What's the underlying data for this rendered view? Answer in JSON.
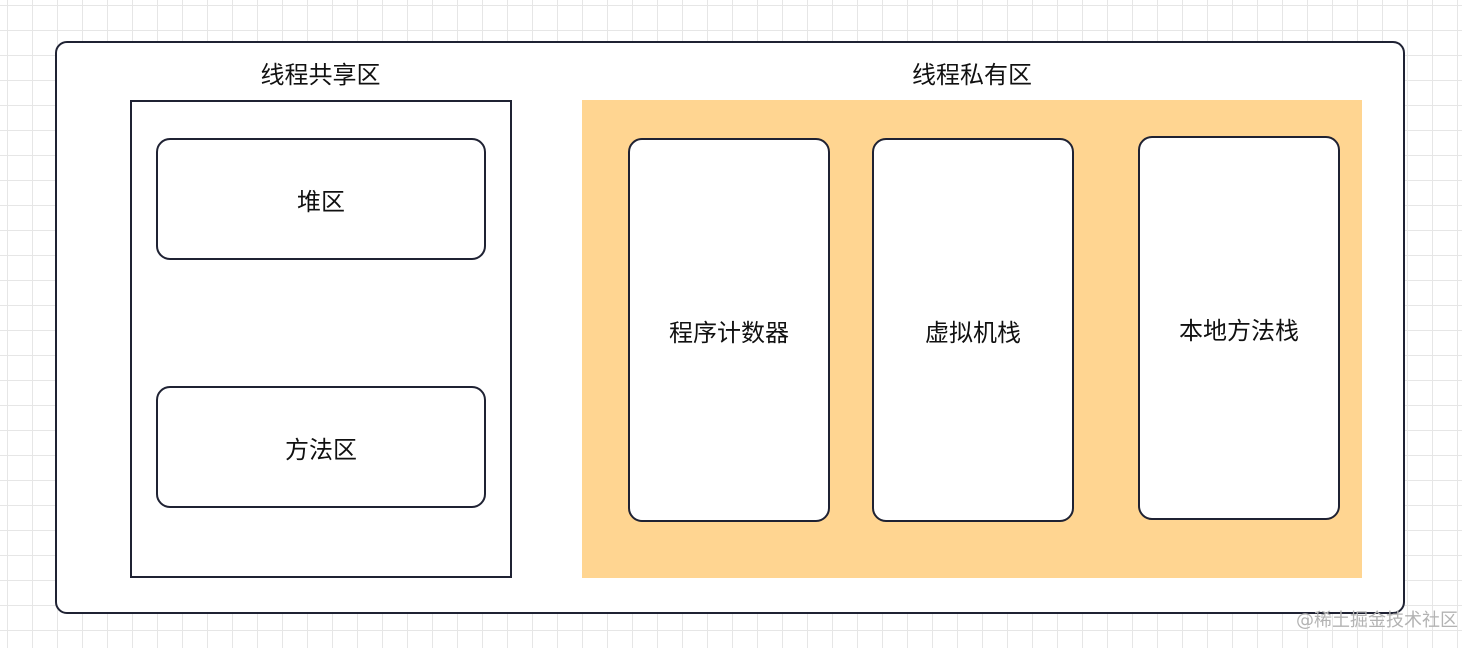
{
  "diagram": {
    "shared_area": {
      "title": "线程共享区",
      "items": [
        {
          "label": "堆区"
        },
        {
          "label": "方法区"
        }
      ]
    },
    "private_area": {
      "title": "线程私有区",
      "fill_color": "#ffd591",
      "items": [
        {
          "label": "程序计数器"
        },
        {
          "label": "虚拟机栈"
        },
        {
          "label": "本地方法栈"
        }
      ]
    }
  },
  "watermark": "@稀土掘金技术社区"
}
